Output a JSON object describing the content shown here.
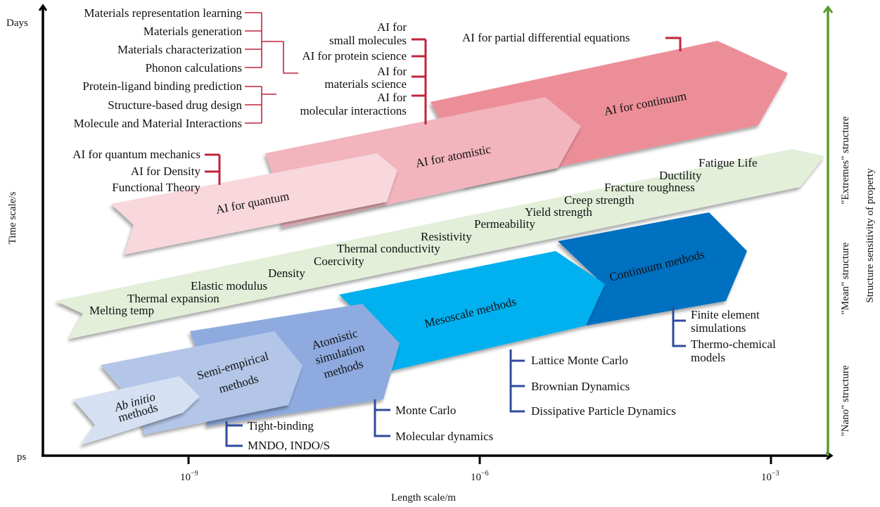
{
  "axes": {
    "y_label": "Time scale/s",
    "y_top": "Days",
    "y_bottom": "ps",
    "x_label": "Length scale/m",
    "x_ticks": [
      {
        "base": "10",
        "exp": "−9"
      },
      {
        "base": "10",
        "exp": "−6"
      },
      {
        "base": "10",
        "exp": "−3"
      }
    ],
    "right_label": "Structure sensitivity of property",
    "right_categories": [
      "\"Nano\" structure",
      "\"Mean\" structure",
      "\"Extremes\" structure"
    ]
  },
  "colors": {
    "ai_quantum": "#f8d7dd",
    "ai_atomistic": "#f2b4bd",
    "ai_continuum": "#ec8e98",
    "properties_band": "#e3efd9",
    "ab_initio": "#d6e0f3",
    "semi_empirical": "#b3c6e8",
    "atomistic_sim": "#8faadf",
    "mesoscale": "#00b0ef",
    "continuum": "#0070c0",
    "red_bracket": "#c0243a",
    "blue_bracket": "#2f4b9c",
    "green_axis": "#5a9a32"
  },
  "ai_shapes": {
    "quantum": "AI for quantum",
    "atomistic": "AI for atomistic",
    "continuum": "AI for continuum"
  },
  "method_shapes": {
    "ab_initio_1": "Ab initio",
    "ab_initio_2": "methods",
    "semi_1": "Semi-empirical",
    "semi_2": "methods",
    "atom_1": "Atomistic",
    "atom_2": "simulation",
    "atom_3": "methods",
    "mesoscale": "Mesoscale methods",
    "continuum": "Continuum methods"
  },
  "properties": [
    "Melting temp",
    "Thermal expansion",
    "Elastic modulus",
    "Density",
    "Coercivity",
    "Thermal conductivity",
    "Resistivity",
    "Permeability",
    "Yield strength",
    "Creep strength",
    "Fracture toughness",
    "Ductility",
    "Fatigue Life"
  ],
  "left_list_materials": [
    "Materials representation learning",
    "Materials generation",
    "Materials characterization",
    "Phonon calculations"
  ],
  "left_list_molecules": [
    "Protein-ligand binding prediction",
    "Structure-based drug design",
    "Molecule and Material Interactions"
  ],
  "ai_atomistic_topics": [
    {
      "l1": "AI for",
      "l2": "small molecules"
    },
    {
      "l1": "AI for protein science",
      "l2": ""
    },
    {
      "l1": "AI for",
      "l2": "materials science"
    },
    {
      "l1": "AI for",
      "l2": "molecular interactions"
    }
  ],
  "ai_quantum_topics": [
    "AI for quantum mechanics",
    "AI for Density",
    "Functional Theory"
  ],
  "ai_continuum_topics": [
    "AI for partial differential equations"
  ],
  "semi_empirical_examples": [
    "Tight-binding",
    "MNDO, INDO/S"
  ],
  "atomistic_examples": [
    "Monte Carlo",
    "Molecular dynamics"
  ],
  "mesoscale_examples": [
    "Lattice Monte Carlo",
    "Brownian Dynamics",
    "Dissipative Particle Dynamics"
  ],
  "continuum_examples": [
    {
      "l1": "Finite element",
      "l2": "simulations"
    },
    {
      "l1": "Thermo-chemical",
      "l2": "models"
    }
  ]
}
